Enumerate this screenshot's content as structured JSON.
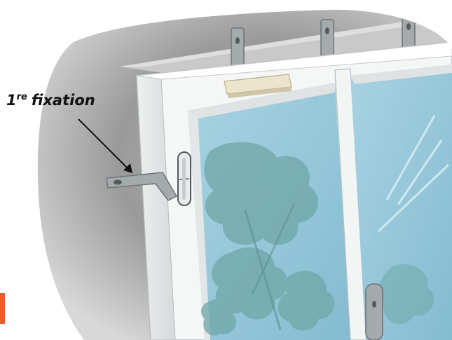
{
  "annotation": {
    "label_number": "1",
    "label_superscript": "re",
    "label_word": "fixation"
  },
  "colors": {
    "wall_shadow": "#8c8c8c",
    "wall_light": "#e9e9e9",
    "frame_white": "#f7f8f8",
    "frame_shade": "#d9dcdd",
    "glass": "#8fc3d5",
    "glass_light": "#b9dde8",
    "foliage": "#6fa7a7",
    "bracket": "#9aa0a2",
    "hardware_beige": "#e6dfc9",
    "accent_orange": "#e4612a",
    "arrow": "#111111"
  },
  "icons": [
    "fixing-bracket-icon",
    "window-handle-icon",
    "trickle-vent-icon"
  ]
}
